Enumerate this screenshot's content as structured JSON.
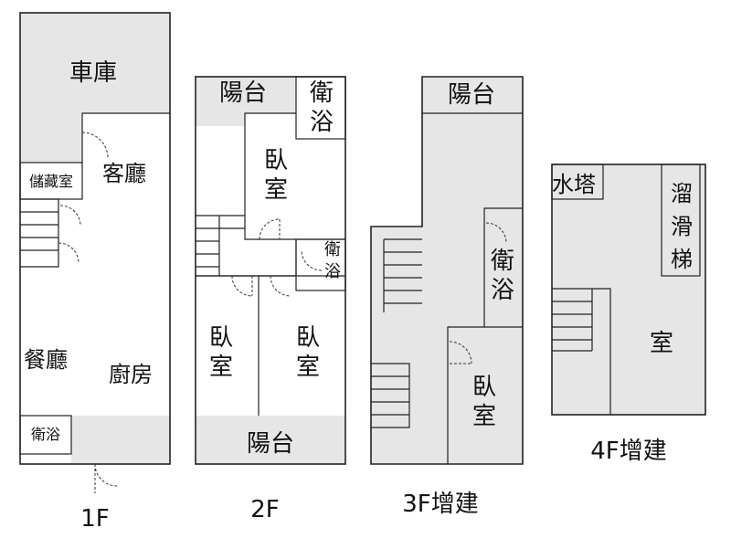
{
  "floors": {
    "f1": {
      "name": "1F",
      "rooms": {
        "garage": "車庫",
        "living": "客廳",
        "storage": "儲藏室",
        "dining": "餐廳",
        "kitchen": "廚房",
        "bath": "衛浴"
      }
    },
    "f2": {
      "name": "2F",
      "rooms": {
        "balcony_top": "陽台",
        "bath_top_1": "衛",
        "bath_top_2": "浴",
        "bed_a_1": "臥",
        "bed_a_2": "室",
        "bath_mid_1": "衛",
        "bath_mid_2": "浴",
        "bed_b_1": "臥",
        "bed_b_2": "室",
        "bed_c_1": "臥",
        "bed_c_2": "室",
        "balcony_bottom": "陽台"
      }
    },
    "f3": {
      "name": "3F增建",
      "rooms": {
        "balcony": "陽台",
        "bath_1": "衛",
        "bath_2": "浴",
        "bed_1": "臥",
        "bed_2": "室"
      }
    },
    "f4": {
      "name": "4F增建",
      "rooms": {
        "water_tower": "水塔",
        "slide_1": "溜",
        "slide_2": "滑",
        "slide_3": "梯",
        "room": "室"
      }
    }
  },
  "colors": {
    "wall": "#222222",
    "shade": "#e6e6e6",
    "background": "#ffffff"
  }
}
